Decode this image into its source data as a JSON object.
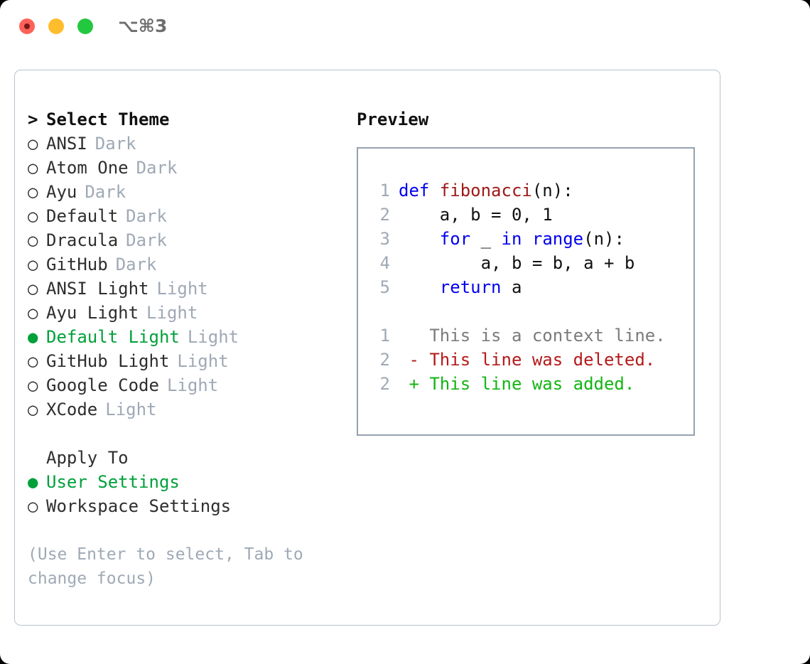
{
  "titlebar": {
    "shortcut": "⌥⌘3",
    "buttons": [
      {
        "name": "close",
        "color": "#ff6159"
      },
      {
        "name": "minimize",
        "color": "#ffbd2e"
      },
      {
        "name": "maximize",
        "color": "#23c840"
      }
    ]
  },
  "theme_picker": {
    "header_marker": ">",
    "header": "Select Theme",
    "items": [
      {
        "marker": "○",
        "name": "ANSI",
        "tag": "Dark",
        "selected": false
      },
      {
        "marker": "○",
        "name": "Atom One",
        "tag": "Dark",
        "selected": false
      },
      {
        "marker": "○",
        "name": "Ayu",
        "tag": "Dark",
        "selected": false
      },
      {
        "marker": "○",
        "name": "Default",
        "tag": "Dark",
        "selected": false
      },
      {
        "marker": "○",
        "name": "Dracula",
        "tag": "Dark",
        "selected": false
      },
      {
        "marker": "○",
        "name": "GitHub",
        "tag": "Dark",
        "selected": false
      },
      {
        "marker": "○",
        "name": "ANSI Light",
        "tag": "Light",
        "selected": false
      },
      {
        "marker": "○",
        "name": "Ayu Light",
        "tag": "Light",
        "selected": false
      },
      {
        "marker": "●",
        "name": "Default Light",
        "tag": "Light",
        "selected": true
      },
      {
        "marker": "○",
        "name": "GitHub Light",
        "tag": "Light",
        "selected": false
      },
      {
        "marker": "○",
        "name": "Google Code",
        "tag": "Light",
        "selected": false
      },
      {
        "marker": "○",
        "name": "XCode",
        "tag": "Light",
        "selected": false
      }
    ]
  },
  "apply_to": {
    "header": "Apply To",
    "items": [
      {
        "marker": "●",
        "name": "User Settings",
        "selected": true
      },
      {
        "marker": "○",
        "name": "Workspace Settings",
        "selected": false
      }
    ]
  },
  "hint": "(Use Enter to select, Tab to change focus)",
  "preview": {
    "title": "Preview",
    "code_lines": [
      {
        "no": "1",
        "tokens": [
          {
            "t": "def ",
            "c": "kw"
          },
          {
            "t": "fibonacci",
            "c": "fn"
          },
          {
            "t": "(n):",
            "c": "plain"
          }
        ]
      },
      {
        "no": "2",
        "tokens": [
          {
            "t": "    a, b = 0, 1",
            "c": "plain"
          }
        ]
      },
      {
        "no": "3",
        "tokens": [
          {
            "t": "    ",
            "c": "plain"
          },
          {
            "t": "for",
            "c": "kw"
          },
          {
            "t": " _ ",
            "c": "plain"
          },
          {
            "t": "in",
            "c": "kw"
          },
          {
            "t": " ",
            "c": "plain"
          },
          {
            "t": "range",
            "c": "kw"
          },
          {
            "t": "(n):",
            "c": "plain"
          }
        ]
      },
      {
        "no": "4",
        "tokens": [
          {
            "t": "        a, b = b, a + b",
            "c": "plain"
          }
        ]
      },
      {
        "no": "5",
        "tokens": [
          {
            "t": "    ",
            "c": "plain"
          },
          {
            "t": "return",
            "c": "kw"
          },
          {
            "t": " a",
            "c": "plain"
          }
        ]
      }
    ],
    "diff_lines": [
      {
        "no": "1",
        "tokens": [
          {
            "t": "   This is a context line.",
            "c": "ctx"
          }
        ]
      },
      {
        "no": "2",
        "tokens": [
          {
            "t": " - This line was deleted.",
            "c": "del"
          }
        ]
      },
      {
        "no": "2",
        "tokens": [
          {
            "t": " + This line was added.",
            "c": "add"
          }
        ]
      }
    ]
  },
  "colors": {
    "accent_green": "#00a03a",
    "muted": "#9fa9b5",
    "keyword_blue": "#0000f0",
    "function_red": "#a01818",
    "diff_deleted": "#b51a1a",
    "diff_added": "#12b512",
    "border": "#95a1b0"
  }
}
